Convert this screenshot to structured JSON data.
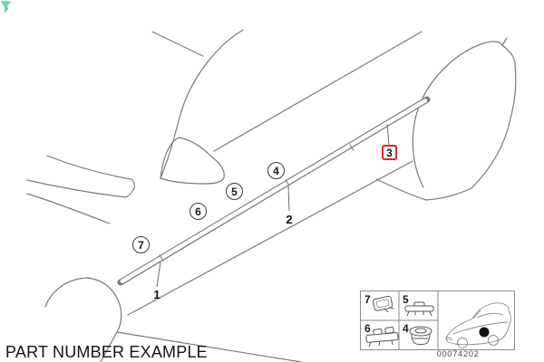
{
  "page": {
    "caption": "PART NUMBER EXAMPLE",
    "background_color": "#ffffff",
    "line_color": "#777777"
  },
  "diagram": {
    "subject": "car-side-moulding-exploded-line-drawing",
    "highlight_color": "#e0291d",
    "cursor_icon_color": "#4fc9a5",
    "callouts": [
      {
        "label": "1",
        "style": "plain"
      },
      {
        "label": "2",
        "style": "plain"
      },
      {
        "label": "3",
        "style": "red-box-highlight"
      },
      {
        "label": "4",
        "style": "circle"
      },
      {
        "label": "5",
        "style": "circle"
      },
      {
        "label": "6",
        "style": "circle"
      },
      {
        "label": "7",
        "style": "circle"
      }
    ]
  },
  "inset": {
    "cells": [
      {
        "label": "7",
        "icon": "moulding-clip-icon"
      },
      {
        "label": "5",
        "icon": "moulding-clamp-icon"
      },
      {
        "label": "6",
        "icon": "moulding-bracket-icon"
      },
      {
        "label": "4",
        "icon": "grommet-icon"
      }
    ],
    "car_thumbnail": "car-location-thumbnail",
    "part_number": "00074202"
  }
}
